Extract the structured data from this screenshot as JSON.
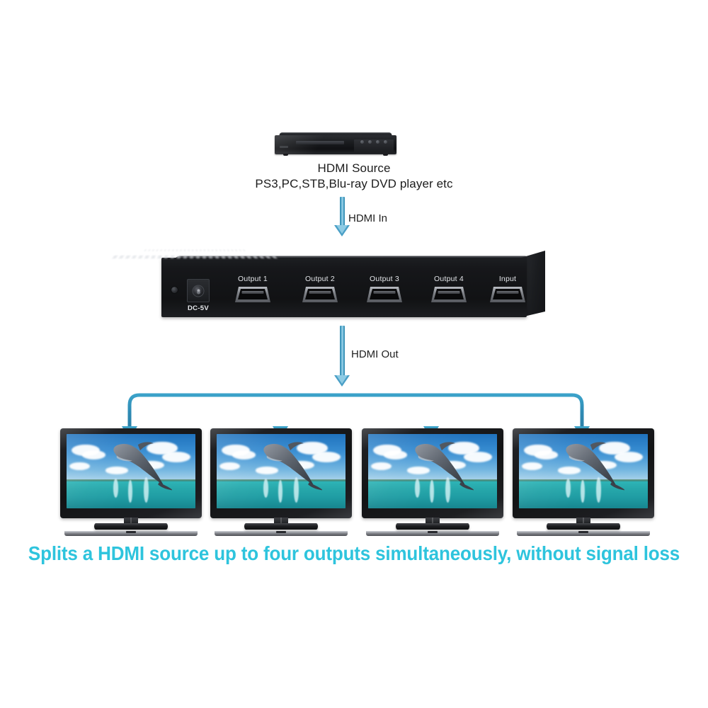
{
  "diagram": {
    "title": "HDMI Splitter Connection Diagram",
    "background_color": "#ffffff",
    "accent_color": "#2e8bb5",
    "tagline_color": "#2ec4dd"
  },
  "source": {
    "device_name": "hdmi-source-device",
    "label_line_1": "HDMI Source",
    "label_line_2": "PS3,PC,STB,Blu-ray DVD player etc"
  },
  "flow": {
    "in_label": "HDMI  In",
    "out_label": "HDMI Out",
    "arrow_color": "#4a9fc6",
    "branch_count": 4
  },
  "splitter": {
    "device_name": "hdmi-splitter-device",
    "power_label": "DC-5V",
    "ports": [
      {
        "label": "Output 1",
        "type": "hdmi-output"
      },
      {
        "label": "Output 2",
        "type": "hdmi-output"
      },
      {
        "label": "Output 3",
        "type": "hdmi-output"
      },
      {
        "label": "Output 4",
        "type": "hdmi-output"
      },
      {
        "label": "Input",
        "type": "hdmi-input"
      }
    ]
  },
  "displays": {
    "count": 4,
    "screen_content": "Dolphin jumping out of turquoise ocean water under a blue sky with white clouds",
    "items": [
      {
        "name": "television-1"
      },
      {
        "name": "television-2"
      },
      {
        "name": "television-3"
      },
      {
        "name": "television-4"
      }
    ]
  },
  "tagline": {
    "text": "Splits a HDMI source up to four outputs simultaneously, without signal loss"
  }
}
